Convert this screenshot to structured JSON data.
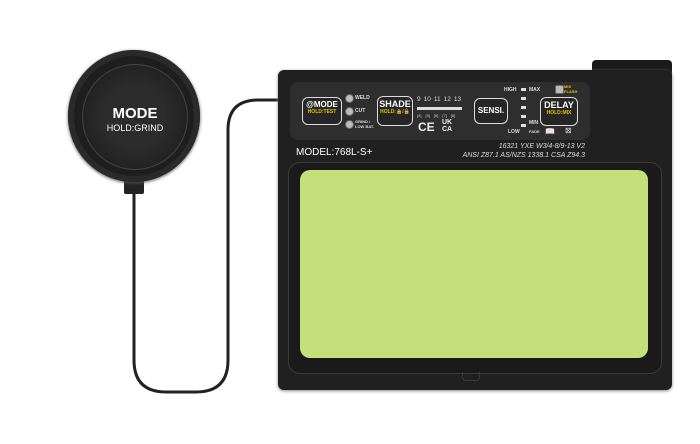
{
  "remote": {
    "title": "MODE",
    "subtitle": "HOLD:GRIND"
  },
  "filter": {
    "mode_button": {
      "label": "@MODE",
      "hold": "HOLD:TEST"
    },
    "mode_leds": [
      "WELD",
      "CUT",
      "GRIND / LOW BAT."
    ],
    "shade_button": {
      "label": "SHADE",
      "hold": "HOLD:🔒/🔓"
    },
    "shade_numbers": [
      "9",
      "10",
      "11",
      "12",
      "13"
    ],
    "shade_sub": [
      "[4]",
      "[5]",
      "[6]",
      "[7]",
      "[8]"
    ],
    "certs": [
      "CE",
      "UK CA"
    ],
    "sensi_button": {
      "label": "SENSI."
    },
    "scale": {
      "high": "HIGH",
      "low": "LOW",
      "max": "MAX",
      "min": "MIN",
      "fade": "FADE"
    },
    "delay_button": {
      "label": "DELAY",
      "hold": "HOLD:MIX"
    },
    "mix_flash": "MIX FLASH",
    "model": "MODEL:768L-S+",
    "spec_line1": "16321 YXE W3/4-8/9-13 V2",
    "spec_line2": "ANSI Z87.1  AS/NZS 1338.1  CSA Z94.3"
  },
  "colors": {
    "lens": "#c3e07a",
    "body": "#202020",
    "accent": "#e8c400"
  }
}
